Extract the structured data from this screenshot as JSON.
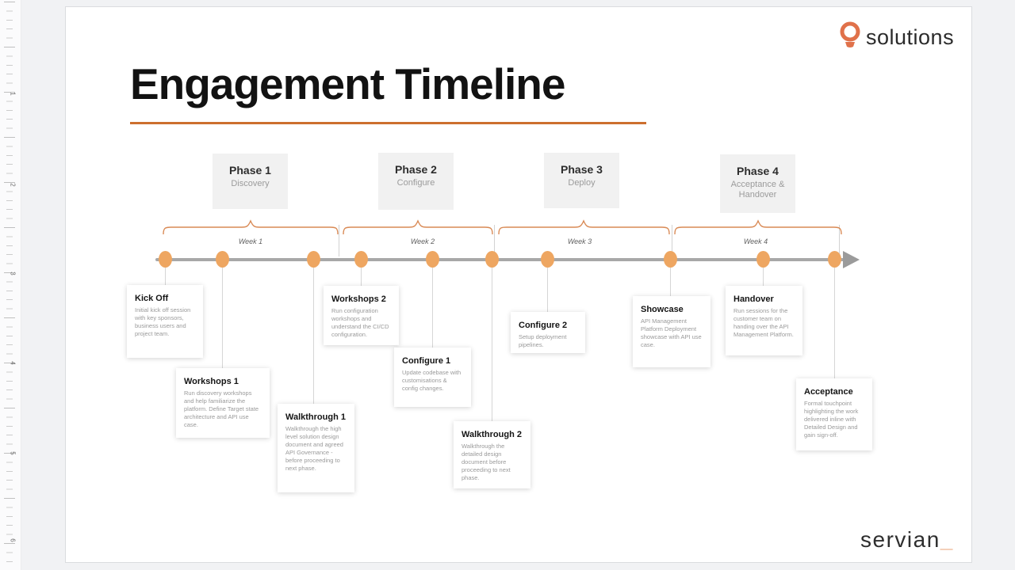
{
  "ruler": {
    "numbers": [
      "1",
      "2",
      "3",
      "4",
      "5",
      "6"
    ]
  },
  "header": {
    "logo_top": "solutions",
    "logo_bottom": "servian",
    "logo_bottom_suffix": "_",
    "title": "Engagement Timeline"
  },
  "phases": [
    {
      "name": "Phase 1",
      "subtitle": "Discovery"
    },
    {
      "name": "Phase 2",
      "subtitle": "Configure"
    },
    {
      "name": "Phase 3",
      "subtitle": "Deploy"
    },
    {
      "name": "Phase 4",
      "subtitle": "Acceptance & Handover"
    }
  ],
  "weeks": [
    "Week 1",
    "Week 2",
    "Week 3",
    "Week 4"
  ],
  "milestones": [
    {
      "title": "Kick Off",
      "desc": "Initial kick off session with key sponsors, business users and project team."
    },
    {
      "title": "Workshops 1",
      "desc": "Run discovery workshops and help familiarize the platform. Define Target state architecture and API use case."
    },
    {
      "title": "Walkthrough 1",
      "desc": "Walkthrough the high level solution design document and agreed API Governance - before proceeding to next phase."
    },
    {
      "title": "Workshops 2",
      "desc": "Run configuration workshops and understand the CI/CD configuration."
    },
    {
      "title": "Configure 1",
      "desc": "Update codebase with customisations & config changes."
    },
    {
      "title": "Walkthrough 2",
      "desc": "Walkthrough the detailed design document before proceeding to next phase."
    },
    {
      "title": "Configure 2",
      "desc": "Setup deployment pipelines."
    },
    {
      "title": "Showcase",
      "desc": "API Management Platform Deployment showcase with API use case."
    },
    {
      "title": "Handover",
      "desc": "Run sessions for the customer team on handing over the API Management Platform."
    },
    {
      "title": "Acceptance",
      "desc": "Formal touchpoint highlighting the work delivered inline with Detailed Design and gain sign-off."
    }
  ],
  "colors": {
    "accent_orange": "#cc6f2e",
    "dot_orange": "#eea661",
    "brace_orange": "#d98a55",
    "timeline_gray": "#a8a8a8",
    "bulb_orange": "#e0714a"
  }
}
